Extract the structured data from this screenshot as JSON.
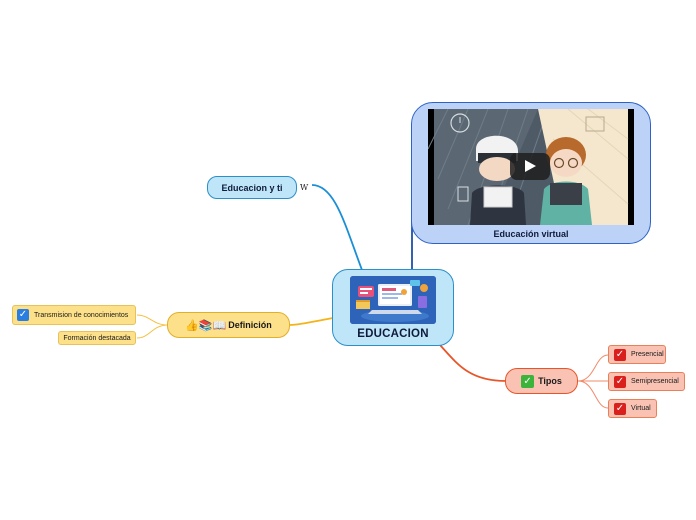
{
  "central": {
    "label": "EDUCACION",
    "image": "education-laptop-illustration"
  },
  "video": {
    "caption": "Educación virtual",
    "icon": "play-icon"
  },
  "branches": {
    "educacion_y_ti": {
      "label": "Educacion y ti",
      "icon": "wikipedia-icon",
      "icon_glyph": "W"
    },
    "definicion": {
      "label": "Definición",
      "icons": [
        "thumbs-up-icon",
        "books-icon",
        "open-book-icon"
      ],
      "icon_glyphs": "👍📚📖",
      "children": [
        {
          "label": "Transmision de conocimientos",
          "icon": "checkbox-blue-icon"
        },
        {
          "label": "Formación destacada"
        }
      ]
    },
    "tipos": {
      "label": "Tipos",
      "icon": "checkbox-green-icon",
      "children": [
        {
          "label": "Presencial",
          "icon": "checkbox-red-icon"
        },
        {
          "label": "Semipresencial",
          "icon": "checkbox-red-icon"
        },
        {
          "label": "Virtual",
          "icon": "checkbox-red-icon"
        }
      ]
    }
  },
  "colors": {
    "central_fill": "#bfe6f8",
    "central_border": "#2b8fc9",
    "video_fill": "#bcd3f7",
    "video_border": "#2d63c7",
    "definicion_fill": "#fde08a",
    "definicion_line": "#f5b318",
    "tipos_fill": "#f9c2b3",
    "tipos_line": "#e8552a",
    "blue_line": "#1a8fd6",
    "video_line": "#1f4fa8"
  }
}
